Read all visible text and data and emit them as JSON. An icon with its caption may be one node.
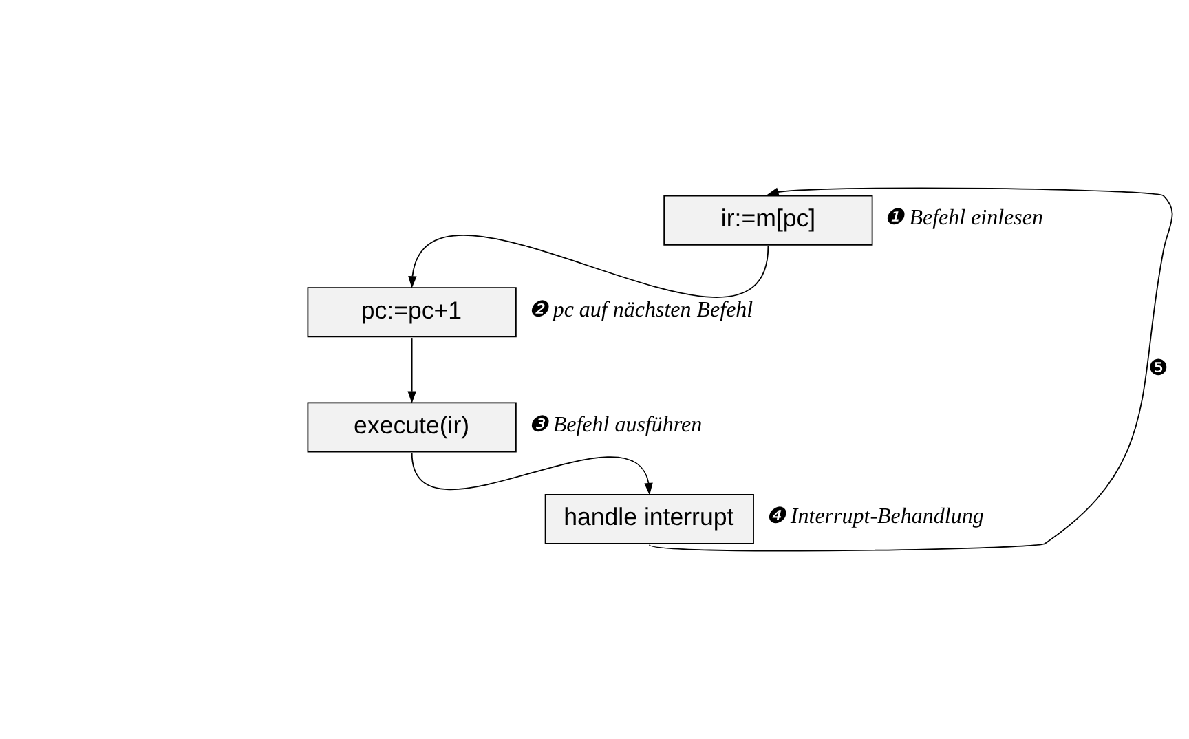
{
  "diagram": {
    "nodes": [
      {
        "text": [
          "ir:=m[pc]"
        ],
        "beside": [
          "❶ Befehl einlesen"
        ]
      },
      {
        "text": [
          "pc:=pc+1"
        ],
        "beside": [
          "❷ pc auf nächsten Befehl"
        ]
      },
      {
        "text": [
          "execute(ir)"
        ],
        "beside": [
          "❸ Befehl ausführen"
        ]
      },
      {
        "text": [
          "handle interrupt"
        ],
        "beside": [
          "❹ Interrupt-Behandlung"
        ]
      }
    ],
    "edges": [
      {
        "from": 0,
        "to": 1,
        "arrow": "to"
      },
      {
        "from": 1,
        "to": 2,
        "arrow": "to"
      },
      {
        "from": 2,
        "to": 3,
        "arrow": "to"
      },
      {
        "from": 3,
        "to": 0,
        "arrow": "to",
        "label": "❺"
      }
    ]
  }
}
